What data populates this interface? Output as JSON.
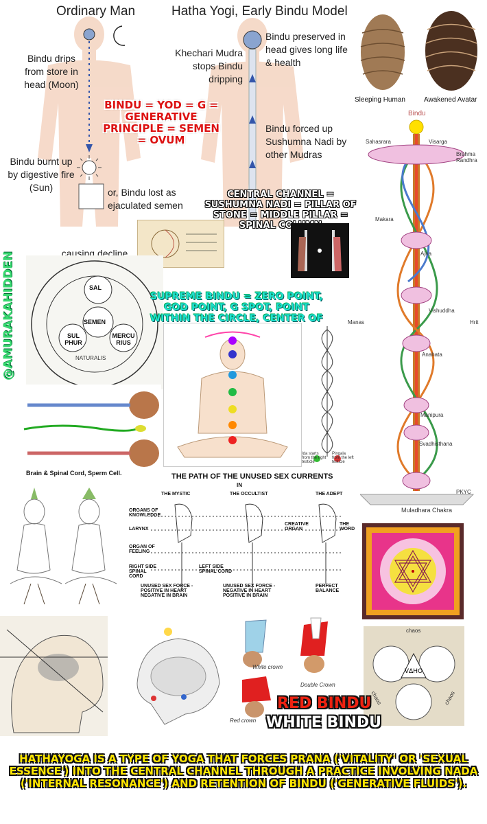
{
  "header": {
    "ordinary_man": "Ordinary Man",
    "hatha_yogi": "Hatha Yogi, Early Bindu Model"
  },
  "left_labels": {
    "drips": "Bindu drips from store in head (Moon)",
    "burnt": "Bindu burnt up by digestive fire (Sun)",
    "lost": "or, Bindu lost as ejaculated semen",
    "decline": "causing decline, aging, and death"
  },
  "right_labels": {
    "khechari": "Khechari Mudra stops Bindu dripping",
    "preserved": "Bindu preserved in head gives long life & health",
    "forced": "Bindu forced up Sushumna Nadi by other Mudras"
  },
  "overlays": {
    "bindu_yod": "Bindu = Yod = G = Generative Principle = Semen = Ovum",
    "central_channel": "Central Channel = Sushumna Nadi = Pillar of Stone = Middle Pillar = Spinal Column",
    "supreme_bindu": "Supreme Bindu = Zero Point, God Point, G spot, point within the circle, center of the center",
    "watermark": "@AMURAKAHIDDEN",
    "red_bindu": "Red Bindu",
    "white_bindu": "White Bindu",
    "bottom": "Hathayoga is a type of yoga that forces prana ('vitality' or 'sexual essence') into the central channel through a practice involving nada ('internal resonance') and retention of bindu ('generative fluids')."
  },
  "pinecones": {
    "sleeping": "Sleeping Human",
    "awakened": "Awakened Avatar"
  },
  "chakra_chart": {
    "top": "Bindu",
    "sahasrara": "Sahasrara",
    "visarga": "Visarga",
    "brahma_randhra": "Brahma Randhra",
    "makara": "Makara",
    "ajna": "Ajna",
    "vishuddha": "Vishuddha",
    "manas": "Manas",
    "hrit": "Hrit",
    "anahata": "Anahata",
    "manipura": "Manipura",
    "svadhisthana": "Svadhisthana",
    "muladhara": "Muladhara Chakra",
    "credit": "PKYC"
  },
  "alchemy": {
    "sal": "SAL",
    "semen": "SEMEN",
    "sulphur": "SUL PHUR",
    "mercurius": "MERCU RIUS",
    "naturalis": "NATURALIS"
  },
  "spine_panel": {
    "caption": "Brain & Spinal Cord, Sperm Cell."
  },
  "sex_currents": {
    "title": "THE PATH OF THE UNUSED SEX CURRENTS",
    "in": "IN",
    "mystic": "THE MYSTIC",
    "occultist": "THE OCCULTIST",
    "adept": "THE ADEPT",
    "organs_knowledge": "ORGANS OF KNOWLEDGE",
    "larynx": "LARYNX",
    "creative_organ": "CREATIVE ORGAN",
    "the_word": "THE WORD",
    "organ_feeling": "ORGAN OF FEELING",
    "right_side": "RIGHT SIDE SPINAL CORD",
    "left_side": "LEFT SIDE SPINAL CORD",
    "unused_1": "UNUSED SEX FORCE - POSITIVE IN HEART NEGATIVE IN BRAIN",
    "unused_2": "UNUSED SEX FORCE - NEGATIVE IN HEART POSITIVE IN BRAIN",
    "perfect": "PERFECT BALANCE"
  },
  "ida_pingala": {
    "ida": "Ida starts from the right testicle",
    "pingala": "Pingala from the left testicle"
  },
  "crowns": {
    "white": "White crown",
    "double": "Double Crown",
    "red": "Red crown"
  },
  "triangle": {
    "chaos": "chaos"
  }
}
